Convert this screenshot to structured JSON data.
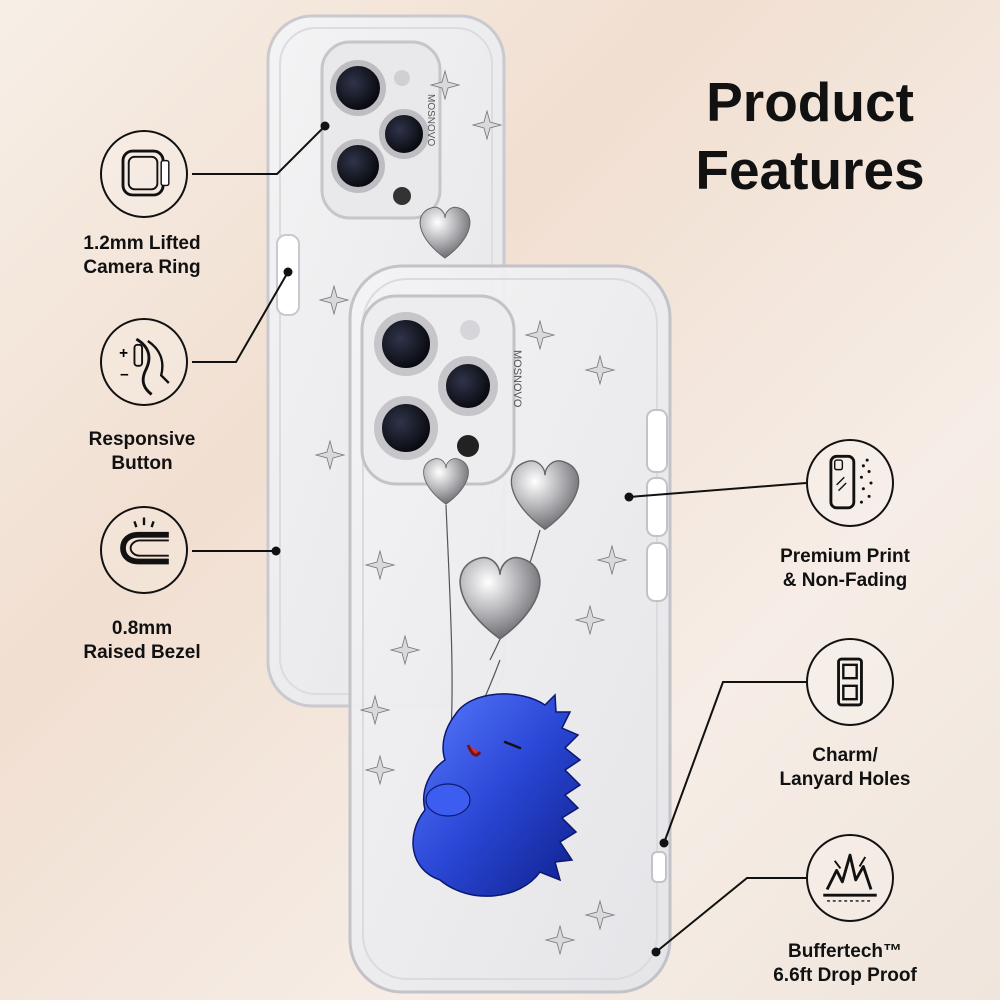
{
  "heading": {
    "line1": "Product",
    "line2": "Features"
  },
  "brand": {
    "name": "MOSNOVO"
  },
  "features": [
    {
      "label": "1.2mm Lifted\nCamera Ring",
      "icon": "camera-ring-icon"
    },
    {
      "label": "Responsive\nButton",
      "icon": "button-press-icon"
    },
    {
      "label": "0.8mm\nRaised Bezel",
      "icon": "raised-bezel-icon"
    },
    {
      "label": "Premium Print\n& Non-Fading",
      "icon": "print-spray-icon"
    },
    {
      "label": "Charm/\nLanyard Holes",
      "icon": "lanyard-hole-icon"
    },
    {
      "label": "Buffertech™\n6.6ft Drop Proof",
      "icon": "drop-impact-icon"
    }
  ],
  "colors": {
    "text": "#111111",
    "dino": "#2a47d6",
    "accent_bg": "#f1dfd1"
  }
}
